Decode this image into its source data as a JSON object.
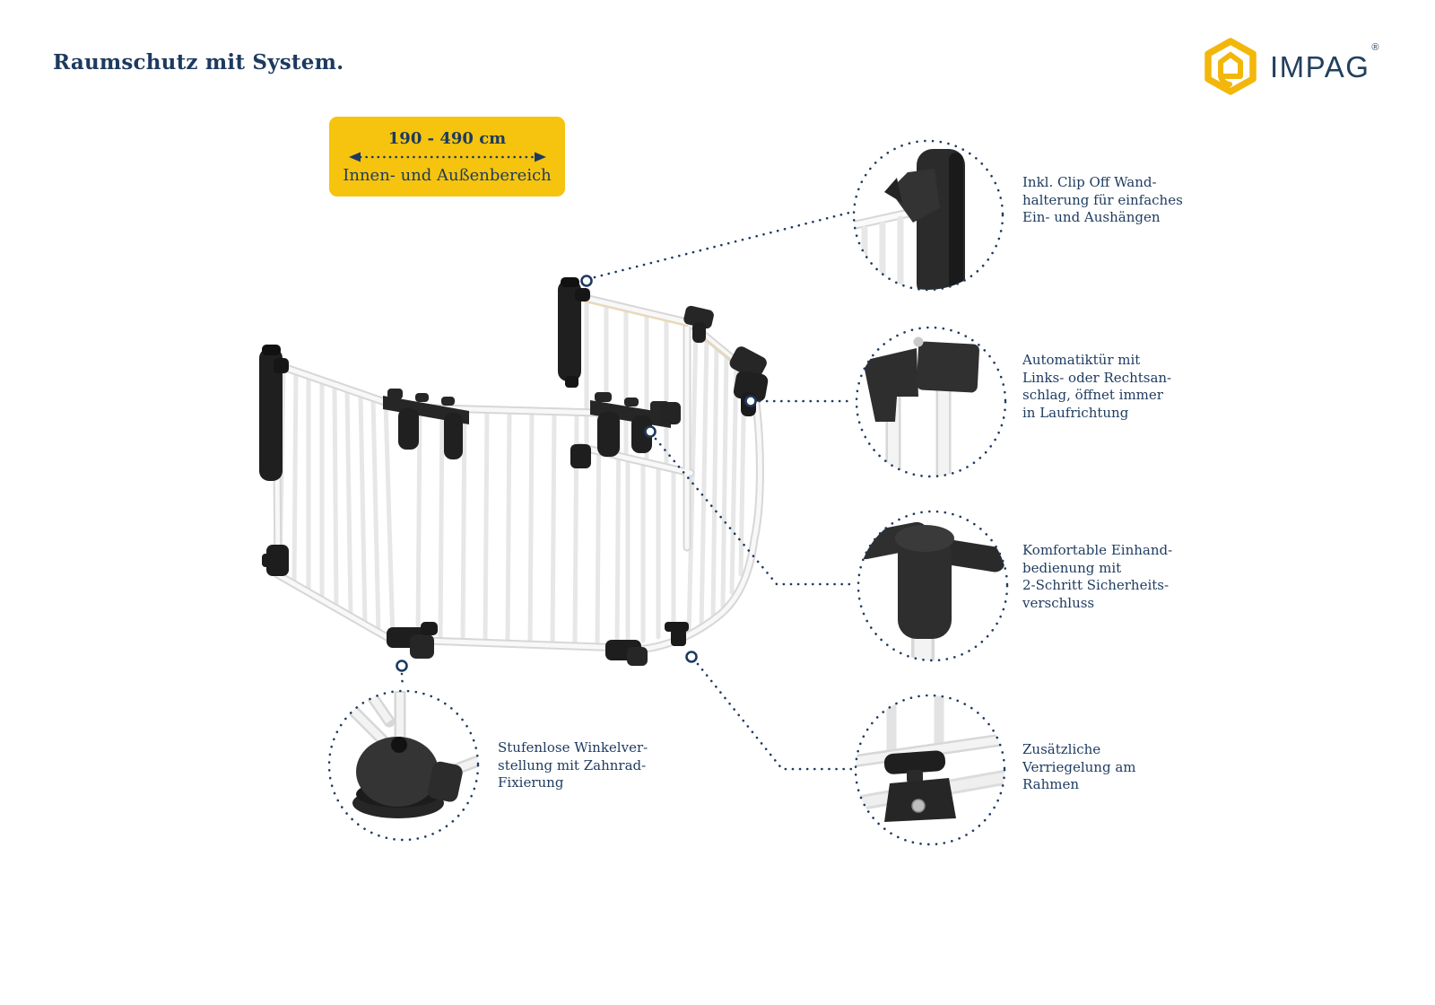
{
  "header": {
    "title": "Raumschutz mit System."
  },
  "logo": {
    "brand": "IMPAG",
    "registered": "®",
    "icon": "impag-hexagon-icon"
  },
  "badge": {
    "range": "190 - 490 cm",
    "area": "Innen- und Außenbereich"
  },
  "features": [
    {
      "icon": "clip-off-wall-mount-photo",
      "text": "Inkl. Clip Off Wand-\nhalterung für einfaches\nEin- und Aushängen"
    },
    {
      "icon": "automatic-door-hinge-photo",
      "text": "Automatiktür mit\nLinks- oder Rechtsan-\nschlag, öffnet immer\nin Laufrichtung"
    },
    {
      "icon": "one-hand-latch-photo",
      "text": "Komfortable Einhand-\nbedienung mit\n2-Schritt Sicherheits-\nverschluss"
    },
    {
      "icon": "gear-angle-foot-photo",
      "text": "Stufenlose Winkelver-\nstellung mit Zahnrad-\nFixierung"
    },
    {
      "icon": "frame-lock-photo",
      "text": "Zusätzliche\nVerriegelung am\nRahmen"
    }
  ],
  "colors": {
    "navy": "#1d3a5f",
    "badge_yellow": "#f6c40e",
    "logo_yellow": "#f2b70a",
    "part_black": "#262626"
  }
}
